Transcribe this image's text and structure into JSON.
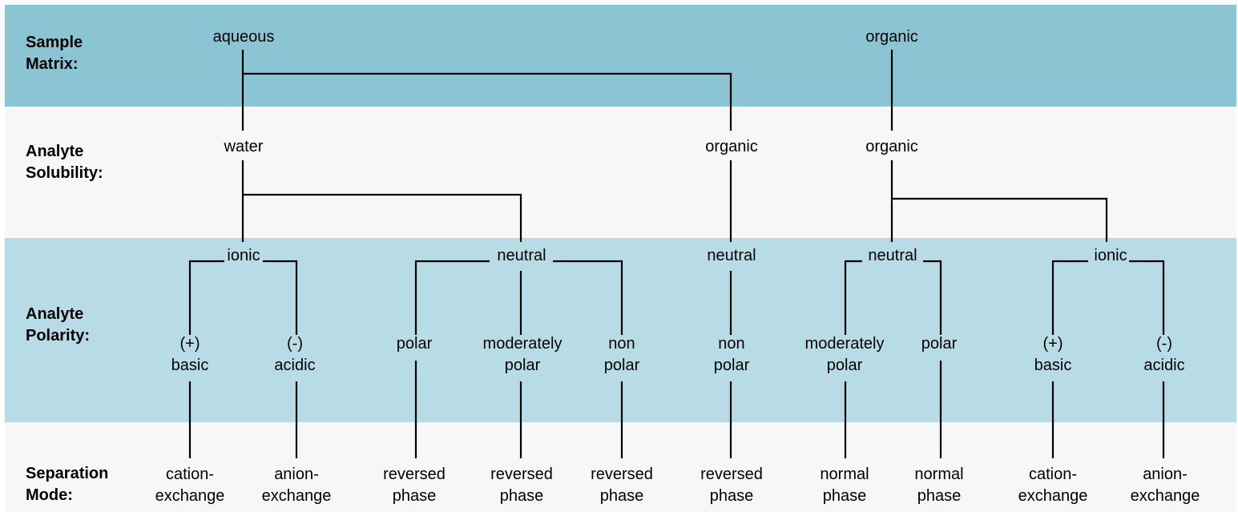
{
  "rows": {
    "sample_matrix": "Sample\nMatrix:",
    "analyte_solubility": "Analyte\nSolubility:",
    "analyte_polarity": "Analyte\nPolarity:",
    "separation_mode": "Separation\nMode:"
  },
  "matrix": {
    "aqueous": "aqueous",
    "organic": "organic"
  },
  "solubility": {
    "water": "water",
    "organic_1": "organic",
    "organic_2": "organic"
  },
  "polarity_group": {
    "ionic_1": "ionic",
    "neutral_1": "neutral",
    "neutral_2": "neutral",
    "neutral_3": "neutral",
    "ionic_2": "ionic"
  },
  "polarity": {
    "p1": "(+)\nbasic",
    "p2": "(-)\nacidic",
    "p3": "polar",
    "p4": "moderately\npolar",
    "p5": "non\npolar",
    "p6": "non\npolar",
    "p7": "moderately\npolar",
    "p8": "polar",
    "p9": "(+)\nbasic",
    "p10": "(-)\nacidic"
  },
  "mode": {
    "m1": "cation-\nexchange",
    "m2": "anion-\nexchange",
    "m3": "reversed\nphase",
    "m4": "reversed\nphase",
    "m5": "reversed\nphase",
    "m6": "reversed\nphase",
    "m7": "normal\nphase",
    "m8": "normal\nphase",
    "m9": "cation-\nexchange",
    "m10": "anion-\nexchange"
  },
  "colors": {
    "band_dark": "#8bc4d3",
    "band_light": "#f7f7f7",
    "band_mid": "#b8dce5",
    "line": "#000000"
  }
}
